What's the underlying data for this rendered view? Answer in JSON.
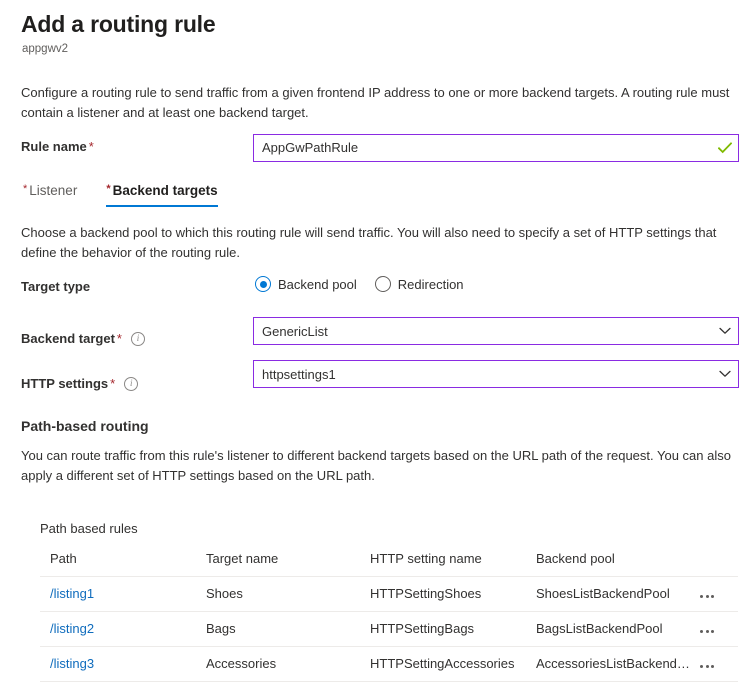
{
  "header": {
    "title": "Add a routing rule",
    "subtitle": "appgwv2"
  },
  "intro": {
    "text": "Configure a routing rule to send traffic from a given frontend IP address to one or more backend targets. A routing rule must contain a listener and at least one backend target."
  },
  "rule_name": {
    "label": "Rule name",
    "required_marker": "*",
    "value": "AppGwPathRule",
    "valid_icon": "check-icon"
  },
  "tabs": [
    {
      "label": "Listener",
      "required_marker": "*",
      "active": false
    },
    {
      "label": "Backend targets",
      "required_marker": "*",
      "active": true
    }
  ],
  "section": {
    "description": "Choose a backend pool to which this routing rule will send traffic. You will also need to specify a set of HTTP settings that define the behavior of the routing rule."
  },
  "target_type": {
    "label": "Target type",
    "options": [
      {
        "label": "Backend pool",
        "selected": true
      },
      {
        "label": "Redirection",
        "selected": false
      }
    ]
  },
  "backend_target": {
    "label": "Backend target",
    "required_marker": "*",
    "info_icon": "info-icon",
    "value": "GenericList"
  },
  "http_settings": {
    "label": "HTTP settings",
    "required_marker": "*",
    "info_icon": "info-icon",
    "value": "httpsettings1"
  },
  "path_based_routing": {
    "heading": "Path-based routing",
    "description": "You can route traffic from this rule's listener to different backend targets based on the URL path of the request. You can also apply a different set of HTTP settings based on the URL path."
  },
  "path_rules_table": {
    "caption": "Path based rules",
    "columns": [
      "Path",
      "Target name",
      "HTTP setting name",
      "Backend pool",
      ""
    ],
    "rows": [
      {
        "path": "/listing1",
        "target_name": "Shoes",
        "http_setting_name": "HTTPSettingShoes",
        "backend_pool": "ShoesListBackendPool",
        "actions": "more-options-icon"
      },
      {
        "path": "/listing2",
        "target_name": "Bags",
        "http_setting_name": "HTTPSettingBags",
        "backend_pool": "BagsListBackendPool",
        "actions": "more-options-icon"
      },
      {
        "path": "/listing3",
        "target_name": "Accessories",
        "http_setting_name": "HTTPSettingAccessories",
        "backend_pool": "AccessoriesListBackendP...",
        "actions": "more-options-icon"
      }
    ]
  },
  "colors": {
    "accent_blue": "#0078d4",
    "link_blue": "#0f6cbd",
    "validated_border_purple": "#8a2be2",
    "required_red": "#a4262c",
    "success_green": "#7fba00",
    "text_primary": "#323130",
    "text_secondary": "#605e5c",
    "divider": "#edebe9"
  }
}
